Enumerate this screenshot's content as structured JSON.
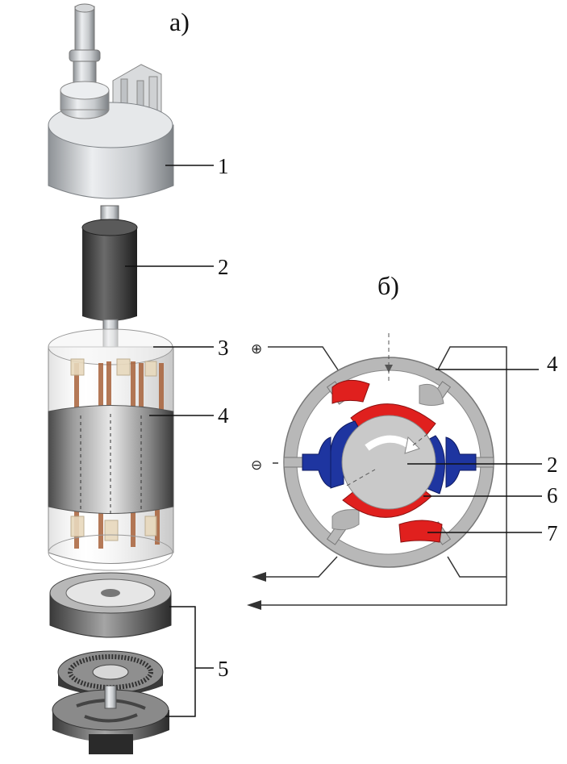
{
  "panel_a": {
    "title": "а)",
    "labels": [
      "1",
      "2",
      "3",
      "4",
      "5"
    ]
  },
  "panel_b": {
    "title": "б)",
    "labels": [
      "4",
      "2",
      "6",
      "7"
    ],
    "plus_symbol": "⊕",
    "minus_symbol": "⊖"
  },
  "colors": {
    "red_winding": "#e0201e",
    "blue_winding": "#1e35a0",
    "ring_gray": "#b8b8b8",
    "copper": "#a8623a"
  }
}
